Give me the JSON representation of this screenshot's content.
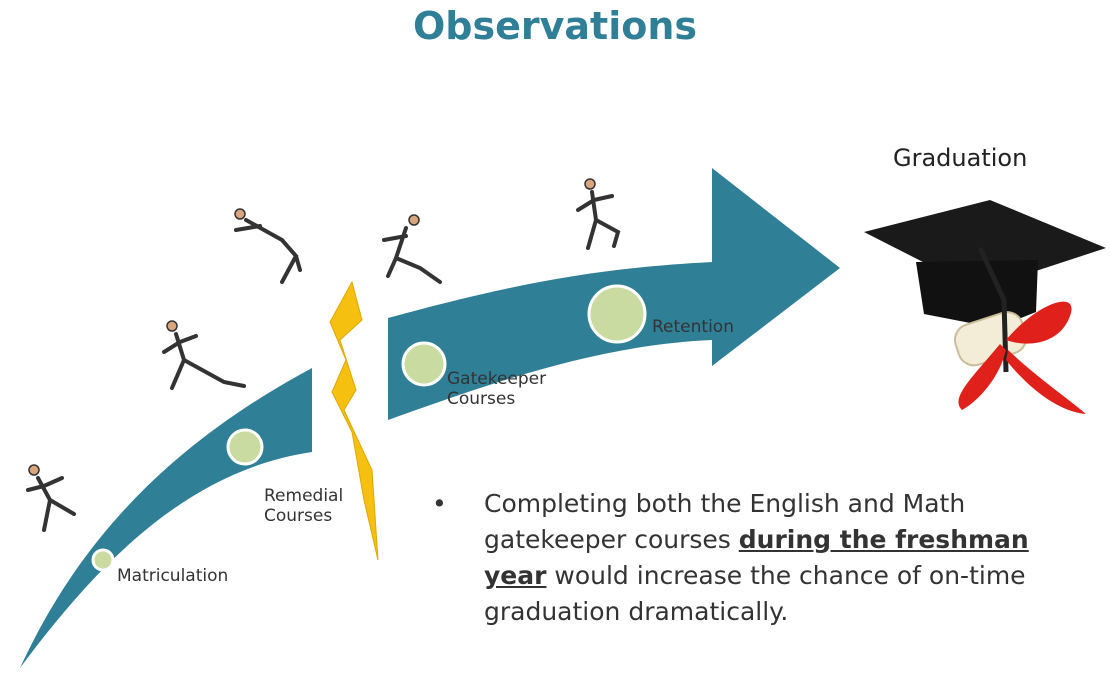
{
  "title": "Observations",
  "stages": [
    {
      "label": "Matriculation"
    },
    {
      "label": "Remedial\nCourses"
    },
    {
      "label": "Gatekeeper\nCourses"
    },
    {
      "label": "Retention"
    }
  ],
  "goal": {
    "label": "Graduation",
    "icon": "graduation-cap-icon"
  },
  "bullet": {
    "text_before": "Completing both the English and Math gatekeeper courses ",
    "emphasis": "during the freshman year",
    "text_after": " would increase the chance of on-time graduation dramatically."
  },
  "colors": {
    "arrow": "#2f7f96",
    "node_fill": "#c9dba0",
    "lightning": "#f5c010",
    "title": "#2f7f96"
  }
}
